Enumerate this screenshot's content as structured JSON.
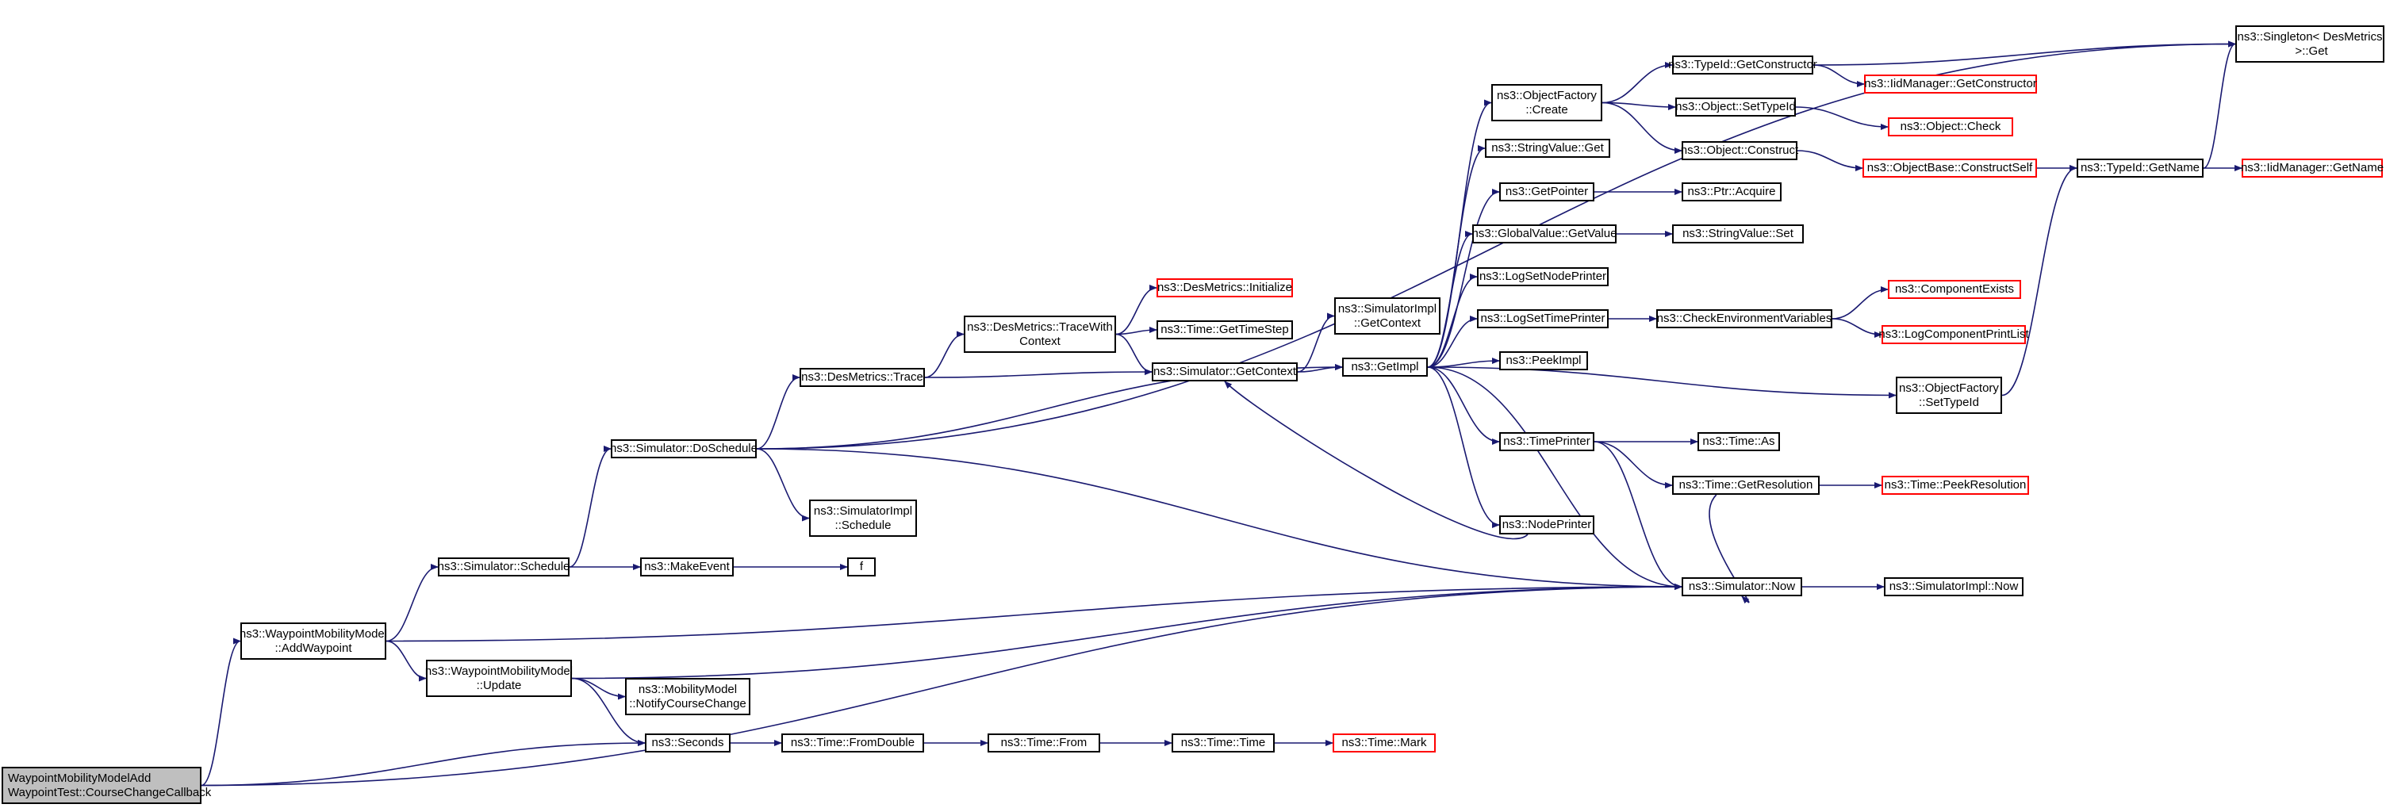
{
  "nodes": [
    {
      "id": "root",
      "label": "WaypointMobilityModelAdd\nWaypointTest::CourseChangeCallback",
      "kind": "root"
    },
    {
      "id": "addwp",
      "label": "ns3::WaypointMobilityModel\n::AddWaypoint"
    },
    {
      "id": "update",
      "label": "ns3::WaypointMobilityModel\n::Update"
    },
    {
      "id": "sched",
      "label": "ns3::Simulator::Schedule"
    },
    {
      "id": "dosched",
      "label": "ns3::Simulator::DoSchedule"
    },
    {
      "id": "makeevent",
      "label": "ns3::MakeEvent"
    },
    {
      "id": "f",
      "label": "f"
    },
    {
      "id": "simimplsched",
      "label": "ns3::SimulatorImpl\n::Schedule"
    },
    {
      "id": "mobnotify",
      "label": "ns3::MobilityModel\n::NotifyCourseChange"
    },
    {
      "id": "seconds",
      "label": "ns3::Seconds"
    },
    {
      "id": "fromdouble",
      "label": "ns3::Time::FromDouble"
    },
    {
      "id": "from",
      "label": "ns3::Time::From"
    },
    {
      "id": "timetime",
      "label": "ns3::Time::Time"
    },
    {
      "id": "mark",
      "label": "ns3::Time::Mark",
      "kind": "ext"
    },
    {
      "id": "trace",
      "label": "ns3::DesMetrics::Trace"
    },
    {
      "id": "tracewc",
      "label": "ns3::DesMetrics::TraceWith\nContext"
    },
    {
      "id": "dminit",
      "label": "ns3::DesMetrics::Initialize",
      "kind": "ext"
    },
    {
      "id": "gettimestep",
      "label": "ns3::Time::GetTimeStep"
    },
    {
      "id": "getcontext",
      "label": "ns3::Simulator::GetContext"
    },
    {
      "id": "simimplgetctx",
      "label": "ns3::SimulatorImpl\n::GetContext"
    },
    {
      "id": "getimpl",
      "label": "ns3::GetImpl"
    },
    {
      "id": "objfactcreate",
      "label": "ns3::ObjectFactory\n::Create"
    },
    {
      "id": "strvalget",
      "label": "ns3::StringValue::Get"
    },
    {
      "id": "getpointer",
      "label": "ns3::GetPointer"
    },
    {
      "id": "globalget",
      "label": "ns3::GlobalValue::GetValue"
    },
    {
      "id": "lognodeprinter",
      "label": "ns3::LogSetNodePrinter"
    },
    {
      "id": "logtimeprinter",
      "label": "ns3::LogSetTimePrinter"
    },
    {
      "id": "peekimpl",
      "label": "ns3::PeekImpl"
    },
    {
      "id": "timeprinter",
      "label": "ns3::TimePrinter"
    },
    {
      "id": "nodeprinter",
      "label": "ns3::NodePrinter"
    },
    {
      "id": "typeidgetctor",
      "label": "ns3::TypeId::GetConstructor"
    },
    {
      "id": "objsettypeid",
      "label": "ns3::Object::SetTypeId"
    },
    {
      "id": "objconstruct",
      "label": "ns3::Object::Construct"
    },
    {
      "id": "ptracquire",
      "label": "ns3::Ptr::Acquire"
    },
    {
      "id": "strvalset",
      "label": "ns3::StringValue::Set"
    },
    {
      "id": "checkenv",
      "label": "ns3::CheckEnvironmentVariables"
    },
    {
      "id": "timeas",
      "label": "ns3::Time::As"
    },
    {
      "id": "getres",
      "label": "ns3::Time::GetResolution"
    },
    {
      "id": "now",
      "label": "ns3::Simulator::Now"
    },
    {
      "id": "iidgetctor",
      "label": "ns3::IidManager::GetConstructor",
      "kind": "ext"
    },
    {
      "id": "objcheck",
      "label": "ns3::Object::Check",
      "kind": "ext"
    },
    {
      "id": "constructself",
      "label": "ns3::ObjectBase::ConstructSelf",
      "kind": "ext"
    },
    {
      "id": "compexists",
      "label": "ns3::ComponentExists",
      "kind": "ext"
    },
    {
      "id": "logcomplist",
      "label": "ns3::LogComponentPrintList",
      "kind": "ext"
    },
    {
      "id": "objfactsettypeid",
      "label": "ns3::ObjectFactory\n::SetTypeId"
    },
    {
      "id": "peekres",
      "label": "ns3::Time::PeekResolution",
      "kind": "ext"
    },
    {
      "id": "simimplnow",
      "label": "ns3::SimulatorImpl::Now"
    },
    {
      "id": "typeidgetname",
      "label": "ns3::TypeId::GetName"
    },
    {
      "id": "singleton",
      "label": "ns3::Singleton< DesMetrics\n >::Get"
    },
    {
      "id": "iidgetname",
      "label": "ns3::IidManager::GetName",
      "kind": "ext"
    }
  ],
  "edges": [
    [
      "root",
      "addwp"
    ],
    [
      "root",
      "seconds"
    ],
    [
      "root",
      "now"
    ],
    [
      "addwp",
      "sched"
    ],
    [
      "addwp",
      "update"
    ],
    [
      "addwp",
      "now"
    ],
    [
      "update",
      "mobnotify"
    ],
    [
      "update",
      "seconds"
    ],
    [
      "update",
      "now"
    ],
    [
      "sched",
      "dosched"
    ],
    [
      "sched",
      "makeevent"
    ],
    [
      "makeevent",
      "f"
    ],
    [
      "dosched",
      "singleton"
    ],
    [
      "dosched",
      "trace"
    ],
    [
      "dosched",
      "getimpl"
    ],
    [
      "dosched",
      "simimplsched"
    ],
    [
      "dosched",
      "now"
    ],
    [
      "seconds",
      "fromdouble"
    ],
    [
      "fromdouble",
      "from"
    ],
    [
      "from",
      "timetime"
    ],
    [
      "timetime",
      "mark"
    ],
    [
      "trace",
      "tracewc"
    ],
    [
      "trace",
      "getcontext"
    ],
    [
      "tracewc",
      "dminit"
    ],
    [
      "tracewc",
      "gettimestep"
    ],
    [
      "tracewc",
      "getcontext"
    ],
    [
      "getcontext",
      "simimplgetctx"
    ],
    [
      "getcontext",
      "getimpl"
    ],
    [
      "getimpl",
      "objfactcreate"
    ],
    [
      "getimpl",
      "strvalget"
    ],
    [
      "getimpl",
      "getpointer"
    ],
    [
      "getimpl",
      "globalget"
    ],
    [
      "getimpl",
      "lognodeprinter"
    ],
    [
      "getimpl",
      "logtimeprinter"
    ],
    [
      "getimpl",
      "peekimpl"
    ],
    [
      "getimpl",
      "timeprinter"
    ],
    [
      "getimpl",
      "nodeprinter"
    ],
    [
      "getimpl",
      "objfactsettypeid"
    ],
    [
      "getimpl",
      "now"
    ],
    [
      "objfactcreate",
      "typeidgetctor"
    ],
    [
      "objfactcreate",
      "objsettypeid"
    ],
    [
      "objfactcreate",
      "objconstruct"
    ],
    [
      "typeidgetctor",
      "singleton"
    ],
    [
      "typeidgetctor",
      "iidgetctor"
    ],
    [
      "objsettypeid",
      "objcheck"
    ],
    [
      "objconstruct",
      "constructself"
    ],
    [
      "constructself",
      "typeidgetname"
    ],
    [
      "typeidgetname",
      "singleton"
    ],
    [
      "typeidgetname",
      "iidgetname"
    ],
    [
      "getpointer",
      "ptracquire"
    ],
    [
      "globalget",
      "strvalset"
    ],
    [
      "logtimeprinter",
      "checkenv"
    ],
    [
      "checkenv",
      "compexists"
    ],
    [
      "checkenv",
      "logcomplist"
    ],
    [
      "timeprinter",
      "timeas"
    ],
    [
      "timeprinter",
      "getres"
    ],
    [
      "timeprinter",
      "now"
    ],
    [
      "getres",
      "peekres"
    ],
    [
      "getres",
      "now"
    ],
    [
      "nodeprinter",
      "getcontext"
    ],
    [
      "objfactsettypeid",
      "typeidgetname"
    ],
    [
      "now",
      "simimplnow"
    ]
  ],
  "colors": {
    "edge": "#191970",
    "node_border": "#000000",
    "external_border": "#ff0000",
    "root_fill": "#bfbfbf"
  }
}
